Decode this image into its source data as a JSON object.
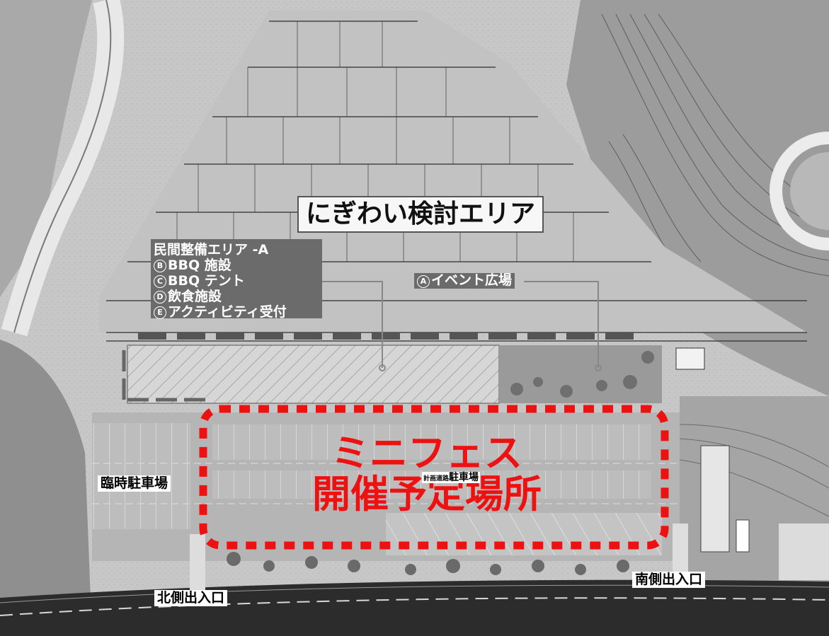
{
  "map": {
    "area_title": "にぎわい検討エリア",
    "private_area": {
      "title": "民間整備エリア -A",
      "items": [
        {
          "mark": "B",
          "text": "BBQ 施設"
        },
        {
          "mark": "C",
          "text": "BBQ テント"
        },
        {
          "mark": "D",
          "text": "飲食施設"
        },
        {
          "mark": "E",
          "text": "アクティビティ受付"
        }
      ]
    },
    "event_plaza": {
      "mark": "A",
      "text": "イベント広場"
    },
    "mini_fes": {
      "line1": "ミニフェス",
      "line2": "開催予定場所"
    },
    "temp_parking": "臨時駐車場",
    "parking": {
      "small": "計画道路",
      "text": "駐車場"
    },
    "north_entrance": "北側出入口",
    "south_entrance": "南側出入口",
    "colors": {
      "highlight": "#ee1111",
      "legend_bg": "#6b6b6b"
    }
  }
}
